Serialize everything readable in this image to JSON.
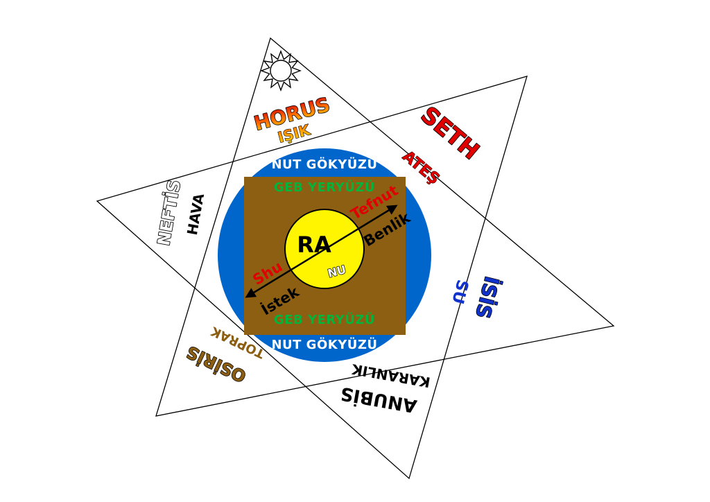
{
  "diagram": {
    "deities": [
      {
        "name": "HORUS",
        "element": "IŞIK",
        "color": "#FF6600"
      },
      {
        "name": "SETH",
        "element": "ATEŞ",
        "color": "#E00000"
      },
      {
        "name": "İSİS",
        "element": "SU",
        "color": "#1133CC"
      },
      {
        "name": "ANUBİS",
        "element": "KARANLIK",
        "color": "#000000"
      },
      {
        "name": "OSİRİS",
        "element": "TOPRAK",
        "color": "#8B5E14"
      },
      {
        "name": "NEFTİS",
        "element": "HAVA",
        "color": "#FFFFFF"
      }
    ],
    "center": {
      "sky_top": "NUT GÖKYÜZÜ",
      "earth_top": "GEB YERYÜZÜ",
      "ra": "RA",
      "nu": "NU",
      "earth_bottom": "GEB YERYÜZÜ",
      "sky_bottom": "NUT GÖKYÜZÜ",
      "axis": {
        "shu": "Shu",
        "istek": "İstek",
        "tefnut": "Tefnut",
        "benlik": "Benlik"
      }
    },
    "colors": {
      "sky_blue": "#0066CC",
      "earth_brown": "#8D5F12",
      "sun_yellow": "#FFF500",
      "green_text": "#00B43C",
      "red_text": "#E00000",
      "water_text_blue": "#1133CC"
    }
  }
}
